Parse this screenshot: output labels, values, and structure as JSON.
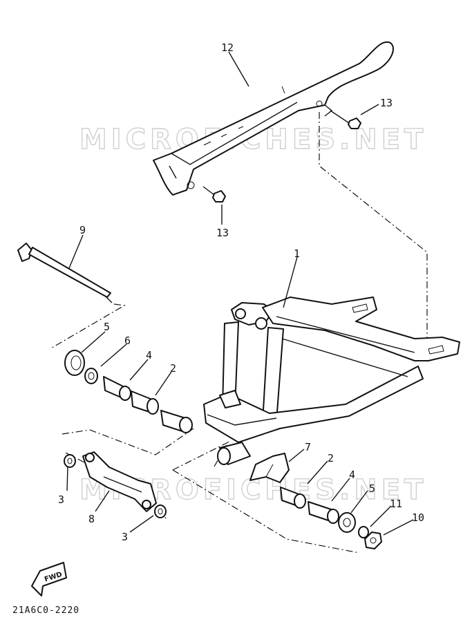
{
  "diagram": {
    "watermark_top": "MICROFICHES.NET",
    "watermark_bottom": "MICROFICHES.NET",
    "drawing_code": "21A6C0-2220",
    "fwd_label": "FWD",
    "callouts": {
      "c1": "1",
      "c2a": "2",
      "c2b": "2",
      "c3a": "3",
      "c3b": "3",
      "c4a": "4",
      "c4b": "4",
      "c5a": "5",
      "c5b": "5",
      "c6": "6",
      "c7": "7",
      "c8": "8",
      "c9": "9",
      "c10": "10",
      "c11": "11",
      "c12": "12",
      "c13a": "13",
      "c13b": "13"
    }
  }
}
